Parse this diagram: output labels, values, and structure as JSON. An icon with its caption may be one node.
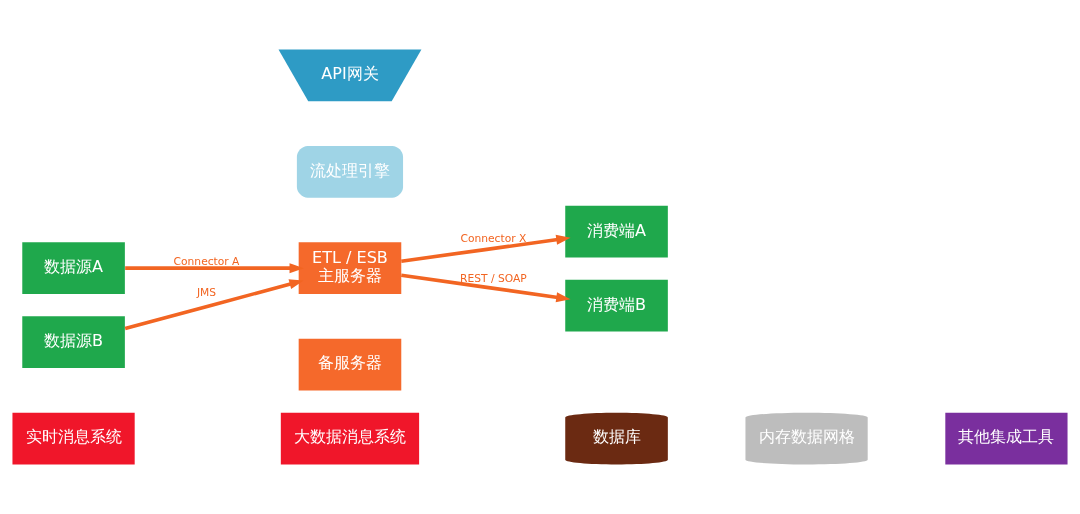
{
  "diagram": {
    "nodes": [
      {
        "text": [
          "API网关"
        ]
      },
      {
        "text": [
          "流处理引擎"
        ]
      },
      {
        "text": [
          "数据源A"
        ]
      },
      {
        "text": [
          "数据源B"
        ]
      },
      {
        "text": [
          "ETL / ESB",
          "主服务器"
        ]
      },
      {
        "text": [
          "备服务器"
        ]
      },
      {
        "text": [
          "消费端A"
        ]
      },
      {
        "text": [
          "消费端B"
        ]
      },
      {
        "text": [
          "实时消息系统"
        ]
      },
      {
        "text": [
          "大数据消息系统"
        ]
      },
      {
        "text": [
          "数据库"
        ]
      },
      {
        "text": [
          "内存数据网格"
        ]
      },
      {
        "text": [
          "其他集成工具"
        ]
      }
    ],
    "edges": [
      {
        "from": 2,
        "to": 4,
        "arrow": "to",
        "label": "Connector A"
      },
      {
        "from": 3,
        "to": 4,
        "arrow": "to",
        "label": "JMS"
      },
      {
        "from": 4,
        "to": 6,
        "arrow": "to",
        "label": "Connector X"
      },
      {
        "from": 4,
        "to": 7,
        "arrow": "to",
        "label": "REST / SOAP"
      }
    ]
  }
}
